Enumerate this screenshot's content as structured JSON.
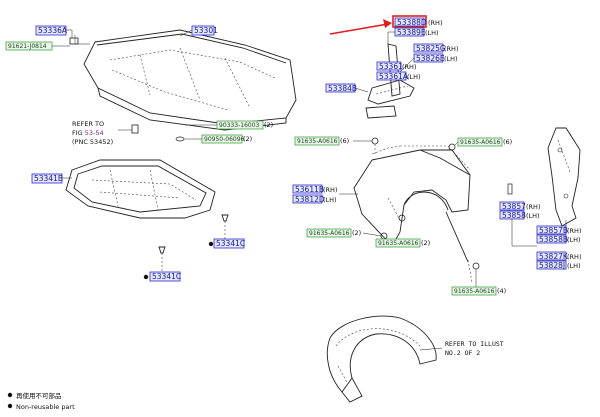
{
  "labels": {
    "p53336A": "53336A",
    "p91621": "91621-J0814",
    "p53301": "53301",
    "p53388D": "53388D",
    "p53388D_side": "(RH)",
    "p53389E": "53389E",
    "p53389E_side": "(LH)",
    "p53825G": "53825G",
    "p53825G_side": "(RH)",
    "p53826E": "53826E",
    "p53826E_side": "(LH)",
    "p53361": "53361",
    "p53361_side": "(RH)",
    "p53361A": "53361A",
    "p53361A_side": "(LH)",
    "p53384B": "53384B",
    "p90333": "90333-16003",
    "p90333_qty": "(2)",
    "p90950": "90950-06096",
    "p90950_qty": "(2)",
    "p91635_a": "91635-A0616",
    "p91635_a_qty": "(6)",
    "p91635_b": "91635-A0616",
    "p91635_b_qty": "(2)",
    "p53341B": "53341B",
    "p53611B": "53611B",
    "p53611B_side": "(RH)",
    "p53812D": "53812D",
    "p53812D_side": "(LH)",
    "p53857": "53857",
    "p53857_side": "(RH)",
    "p53858": "53858",
    "p53858_side": "(LH)",
    "p53857B": "53857B",
    "p53857B_side": "(RH)",
    "p53858B": "53858B",
    "p53858B_side": "(LH)",
    "p53827K": "53827K",
    "p53827K_side": "(RH)",
    "p53828J": "53828J",
    "p53828J_side": "(LH)",
    "p91635_c": "91635-A0616",
    "p91635_c_qty": "(6)",
    "p91635_d": "91635-A0616",
    "p91635_d_qty": "(2)",
    "p91635_e": "91635-A0616",
    "p91635_e_qty": "(4)",
    "p53341C_a": "53341C",
    "p53341C_b": "53341C"
  },
  "refer_fig": {
    "line1": "REFER TO",
    "line2_prefix": "FIG ",
    "line2_link": "53-54",
    "line3": "(PNC 53452)"
  },
  "refer_illust": {
    "line1": "REFER TO ILLUST",
    "line2": "NO.2 OF 2"
  },
  "legend": {
    "line1": "再使用不可部品",
    "line2": "Non-reusable part"
  },
  "colors": {
    "highlight_box": "#e02020",
    "arrow": "#e02020",
    "part_box": "#2a2ad0",
    "std_box": "#2e9a2e"
  }
}
